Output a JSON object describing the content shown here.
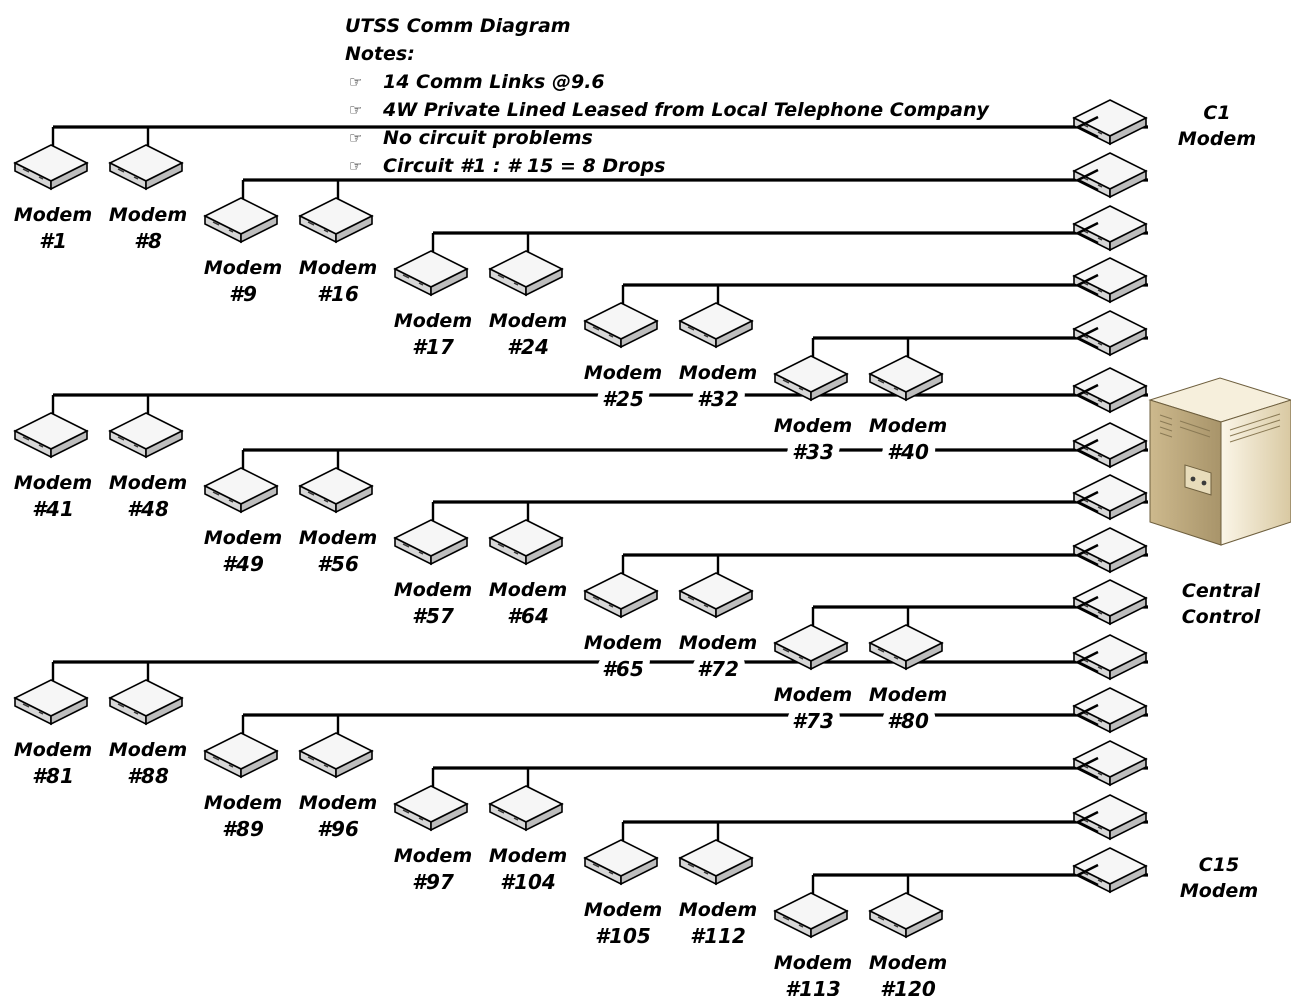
{
  "title": "UTSS Comm Diagram",
  "notes_heading": "Notes:",
  "notes": [
    "14 Comm Links @9.6",
    "4W Private Lined Leased from Local Telephone Company",
    "No circuit problems",
    "Circuit #1 : # 15 = 8 Drops"
  ],
  "bullet_icon": "hand-pointer-icon",
  "modem_word": "Modem",
  "c1_label": [
    "C1",
    "Modem"
  ],
  "c15_label": [
    "C15",
    "Modem"
  ],
  "central_label": [
    "Central",
    "Control"
  ],
  "circuits": [
    {
      "first": "#1",
      "last": "#8"
    },
    {
      "first": "#9",
      "last": "#16"
    },
    {
      "first": "#17",
      "last": "#24"
    },
    {
      "first": "#25",
      "last": "#32"
    },
    {
      "first": "#33",
      "last": "#40"
    },
    {
      "first": "#41",
      "last": "#48"
    },
    {
      "first": "#49",
      "last": "#56"
    },
    {
      "first": "#57",
      "last": "#64"
    },
    {
      "first": "#65",
      "last": "#72"
    },
    {
      "first": "#73",
      "last": "#80"
    },
    {
      "first": "#81",
      "last": "#88"
    },
    {
      "first": "#89",
      "last": "#96"
    },
    {
      "first": "#97",
      "last": "#104"
    },
    {
      "first": "#105",
      "last": "#112"
    },
    {
      "first": "#113",
      "last": "#120"
    }
  ],
  "colors": {
    "line": "#000000",
    "modem_top": "#f4f4f4",
    "server": "#efe3c6"
  }
}
